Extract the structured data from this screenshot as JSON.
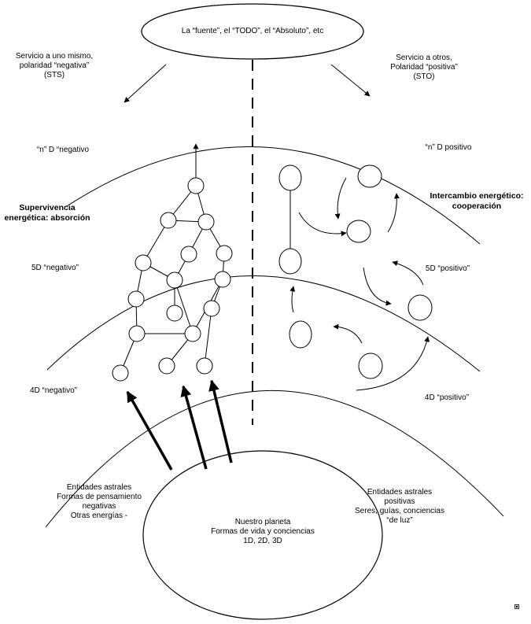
{
  "top_oval": {
    "text": "La “fuente”, el “TODO”, el “Absoluto”, etc"
  },
  "left_top": {
    "lines": [
      "Servicio a uno mismo,",
      "polaridad “negativa”",
      "(STS)"
    ]
  },
  "right_top": {
    "lines": [
      "Servicio a otros,",
      "Polaridad “positiva”",
      "(STO)"
    ]
  },
  "nd_negative": "“n” D “negativo",
  "nd_positive": "“n” D positivo",
  "left_bold": {
    "lines": [
      "Supervivencia",
      "energética: absorción"
    ]
  },
  "right_bold": {
    "lines": [
      "Intercambio energético:",
      "cooperación"
    ]
  },
  "d5_negative": "5D “negativo”",
  "d5_positive": "5D “positivo”",
  "d4_negative": "4D “negativo”",
  "d4_positive": "4D “positivo”",
  "left_bottom": {
    "lines": [
      "Entidades astrales",
      "Formas de pensamiento",
      "negativas",
      "Otras energías -"
    ]
  },
  "right_bottom": {
    "lines": [
      "Entidades astrales",
      "positivas",
      "Seres, guías, conciencias",
      "“de luz”"
    ]
  },
  "planet": {
    "lines": [
      "Nuestro planeta",
      "Formas de vida y conciencias",
      "1D, 2D, 3D"
    ]
  },
  "colors": {
    "stroke": "#000000",
    "background": "#ffffff"
  }
}
